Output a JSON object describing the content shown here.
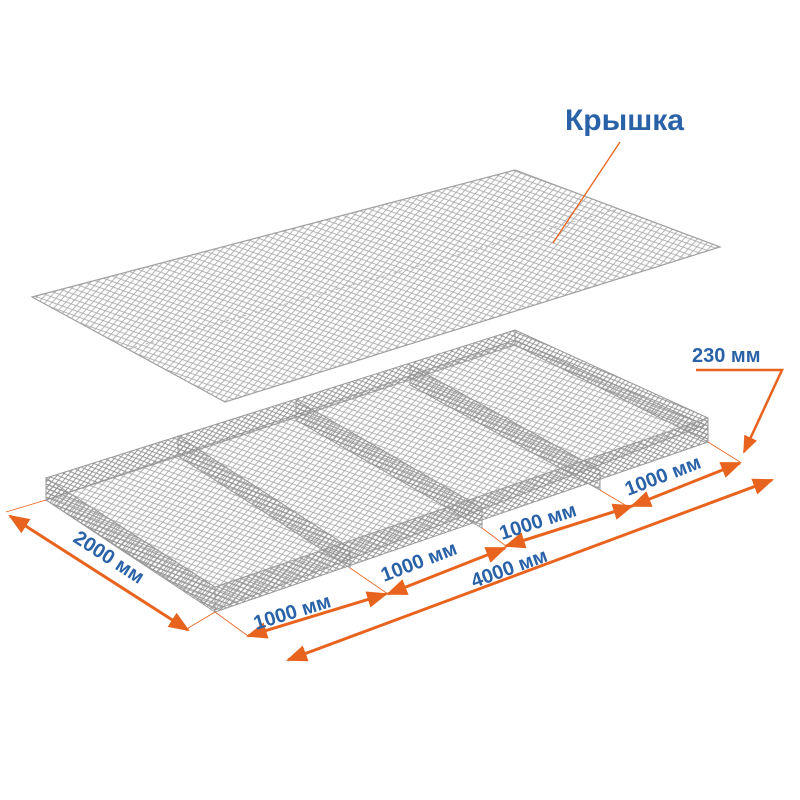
{
  "labels": {
    "lid": "Крышка",
    "height": "230 мм",
    "width": "2000 мм",
    "section_1": "1000 мм",
    "section_2": "1000 мм",
    "section_3": "1000 мм",
    "section_4": "1000 мм",
    "length": "4000 мм"
  },
  "colors": {
    "label_text": "#2a62a8",
    "dimension_arrow": "#e8641e",
    "mesh": "#9a9a9a",
    "background": "#ffffff"
  }
}
